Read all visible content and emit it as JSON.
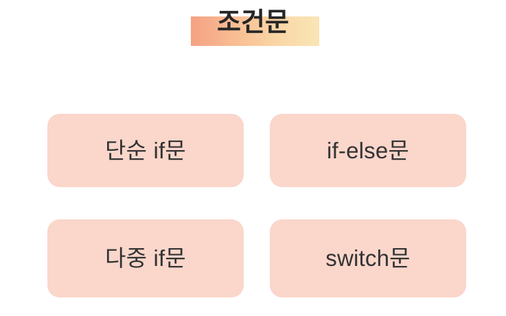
{
  "slide": {
    "background_color": "#FFFFFF",
    "title": {
      "text": "조건문",
      "text_color": "#262626",
      "highlight_gradient_from": "#F5A183",
      "highlight_gradient_to": "#FAE5B6"
    },
    "boxes": [
      {
        "label": "단순 if문",
        "row": 1,
        "column": 1,
        "fill_color": "#FAD6CB",
        "text_color": "#333333"
      },
      {
        "label": "if-else문",
        "row": 1,
        "column": 2,
        "fill_color": "#FAD6CB",
        "text_color": "#333333"
      },
      {
        "label": "다중 if문",
        "row": 2,
        "column": 1,
        "fill_color": "#FAD6CB",
        "text_color": "#333333"
      },
      {
        "label": "switch문",
        "row": 2,
        "column": 2,
        "fill_color": "#FAD6CB",
        "text_color": "#333333"
      }
    ]
  }
}
